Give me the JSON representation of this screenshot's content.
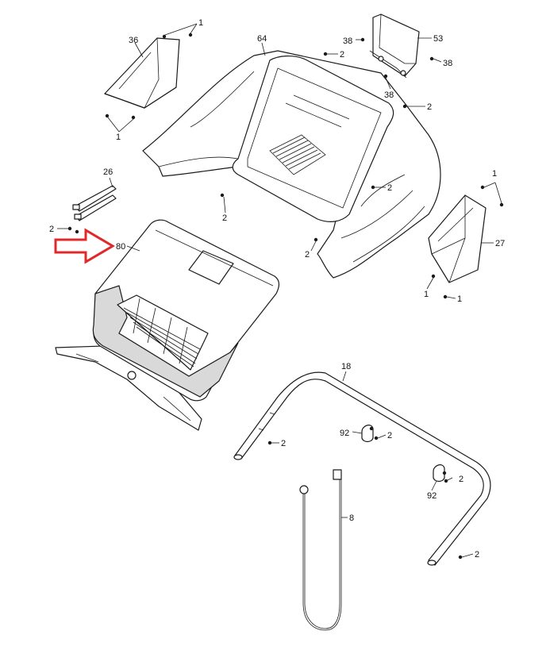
{
  "labels": {
    "l1a": "1",
    "l36": "36",
    "l1b": "1",
    "l64": "64",
    "l38a": "38",
    "l53": "53",
    "l38b": "38",
    "l38c": "38",
    "l2a": "2",
    "l2b": "2",
    "l2c": "2",
    "l26": "26",
    "l2d": "2",
    "l80": "80",
    "l1c": "1",
    "l27": "27",
    "l1d": "1",
    "l1e": "1",
    "l2e": "2",
    "l2f": "2",
    "l18": "18",
    "l92a": "92",
    "l2g": "2",
    "l2h": "2",
    "l92b": "92",
    "l2i": "2",
    "l2j": "2",
    "l8": "8"
  },
  "colors": {
    "arrow": "#e0282a",
    "stroke": "#1a1a1a",
    "shade": "#d9d9d9"
  }
}
